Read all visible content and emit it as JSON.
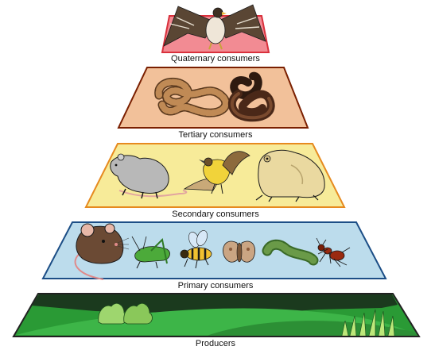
{
  "levels": [
    {
      "label": "Quaternary consumers",
      "color": "#f28b93",
      "stroke": "#d9303c",
      "animals": [
        "hawk"
      ]
    },
    {
      "label": "Tertiary consumers",
      "color": "#f2c19a",
      "stroke": "#7a1f00",
      "animals": [
        "rattlesnake",
        "coiled-snake"
      ]
    },
    {
      "label": "Secondary consumers",
      "color": "#f7eb99",
      "stroke": "#e68a1f",
      "animals": [
        "rat",
        "bird",
        "toad"
      ]
    },
    {
      "label": "Primary consumers",
      "color": "#bcdcec",
      "stroke": "#1c4e86",
      "animals": [
        "mouse",
        "grasshopper",
        "bee",
        "moth",
        "caterpillar",
        "ant"
      ]
    },
    {
      "label": "Producers",
      "color": "#2a9a35",
      "stroke": "#222222",
      "animals": [
        "bushes",
        "grass"
      ]
    }
  ]
}
